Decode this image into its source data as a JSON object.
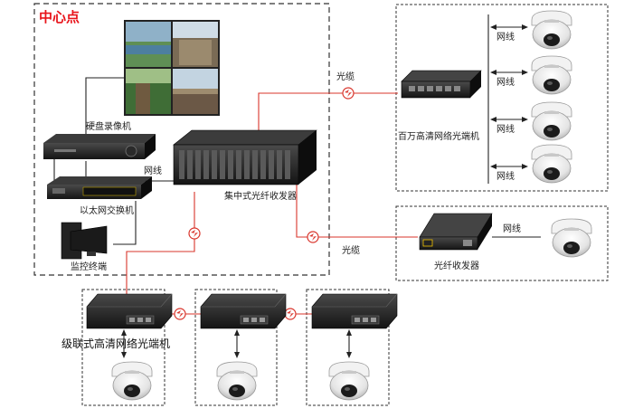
{
  "center_title": "中心点",
  "labels": {
    "dvr": "硬盘录像机",
    "switch": "以太网交换机",
    "monitor": "监控终端",
    "chassis": "集中式光纤收发器",
    "net_line_left": "网线",
    "cable_top": "光缆",
    "cable_mid": "光缆",
    "optical_terminal": "百万高清网络光端机",
    "fiber_transceiver": "光纤收发器",
    "net_line_mid": "网线",
    "cascade": "级联式高清网络光端机"
  },
  "camera_links": [
    "网线",
    "网线",
    "网线",
    "网线"
  ],
  "colors": {
    "fiber": "#d9342b",
    "dash": "#333333",
    "device": "#1f1f1f"
  }
}
